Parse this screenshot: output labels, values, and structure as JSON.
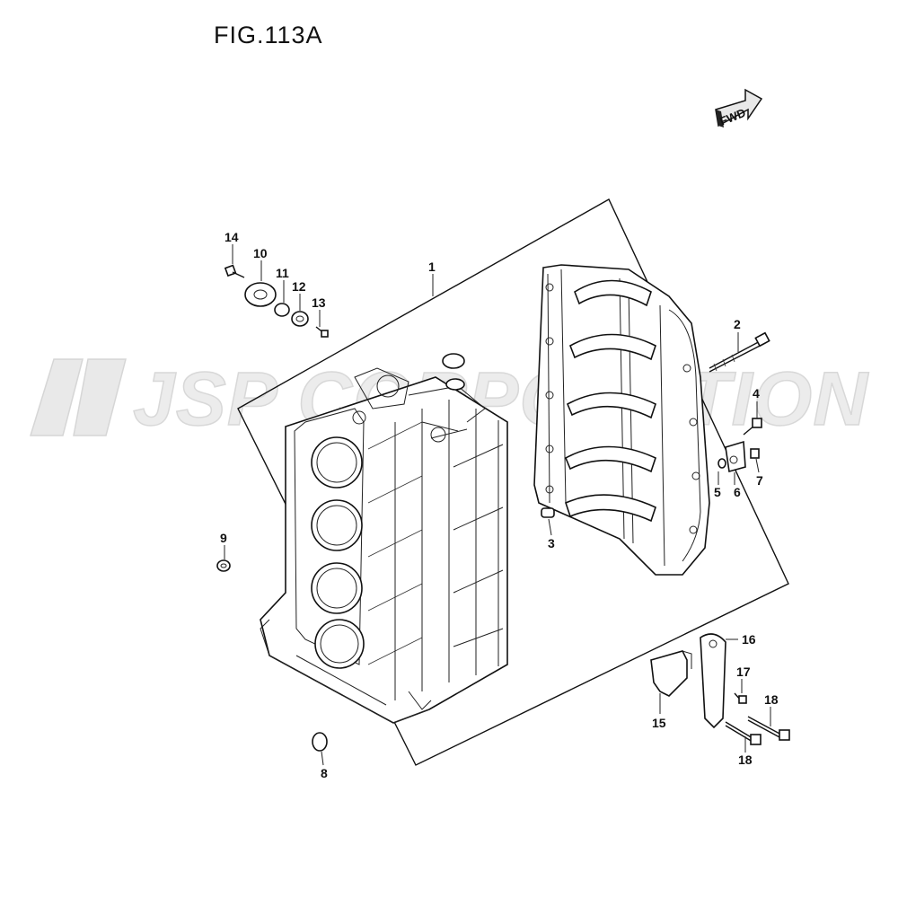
{
  "figure": {
    "title": "FIG.113A"
  },
  "fwd_badge": {
    "label": "FWD"
  },
  "watermark": {
    "text": "JSP CORPORATION"
  },
  "callouts": {
    "c1": "1",
    "c2": "2",
    "c3": "3",
    "c4": "4",
    "c5": "5",
    "c6": "6",
    "c7": "7",
    "c8": "8",
    "c9": "9",
    "c10": "10",
    "c11": "11",
    "c12": "12",
    "c13": "13",
    "c14": "14",
    "c15": "15",
    "c16": "16",
    "c17": "17",
    "c18a": "18",
    "c18b": "18"
  }
}
